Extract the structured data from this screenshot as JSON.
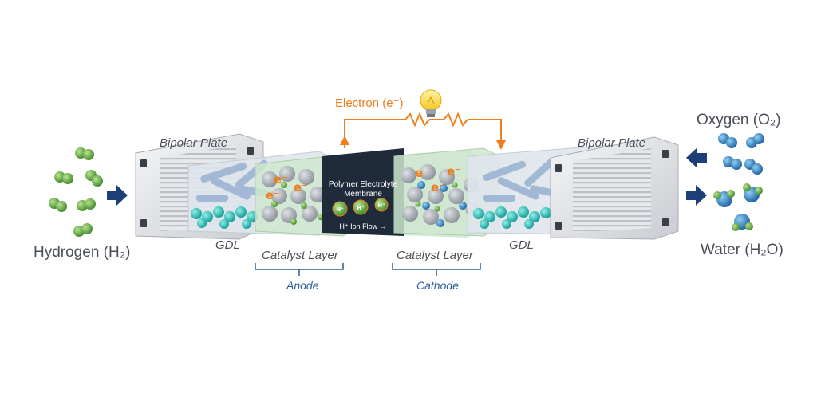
{
  "labels": {
    "hydrogen": "Hydrogen (H₂)",
    "oxygen": "Oxygen (O₂)",
    "water": "Water (H₂O)",
    "bipolar_left": "Bipolar Plate",
    "bipolar_right": "Bipolar Plate",
    "gdl_left": "GDL",
    "gdl_right": "GDL",
    "catalyst_left": "Catalyst Layer",
    "catalyst_right": "Catalyst Layer",
    "anode": "Anode",
    "cathode": "Cathode",
    "electron": "Electron (e⁻)",
    "membrane_line1": "Polymer Electrolyte",
    "membrane_line2": "Membrane",
    "ion_flow": "H⁺ Ion Flow →",
    "electron_symbol": "e⁻",
    "proton_symbol": "H⁺"
  },
  "colors": {
    "hydrogen_green": "#5aa83c",
    "oxygen_blue": "#2f86c9",
    "arrow_navy": "#1d3f78",
    "electron_orange": "#ef7d1a",
    "membrane_dark": "#1f2a3a",
    "bracket_blue": "#2a5d9c"
  },
  "icons": [
    "lightbulb-icon",
    "arrow-right-icon",
    "arrow-left-icon",
    "resistor-icon"
  ]
}
